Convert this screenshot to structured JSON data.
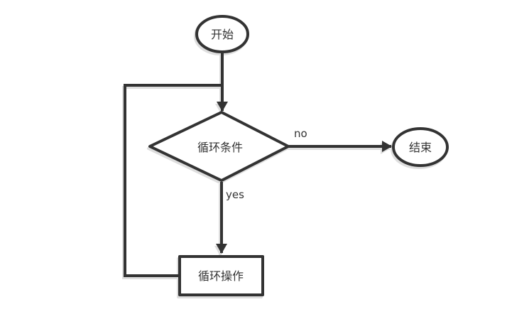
{
  "diagram": {
    "background": "#ffffff",
    "stroke_color": "#333333",
    "text_color": "#333333",
    "nodes": {
      "start": {
        "label": "开始",
        "shape": "ellipse"
      },
      "condition": {
        "label": "循环条件",
        "shape": "diamond"
      },
      "end": {
        "label": "结束",
        "shape": "ellipse"
      },
      "operation": {
        "label": "循环操作",
        "shape": "rectangle"
      }
    },
    "edges": {
      "start_to_condition": {
        "label": ""
      },
      "condition_to_end": {
        "label": "no"
      },
      "condition_to_operation": {
        "label": "yes"
      },
      "operation_loop_back": {
        "label": ""
      }
    }
  }
}
